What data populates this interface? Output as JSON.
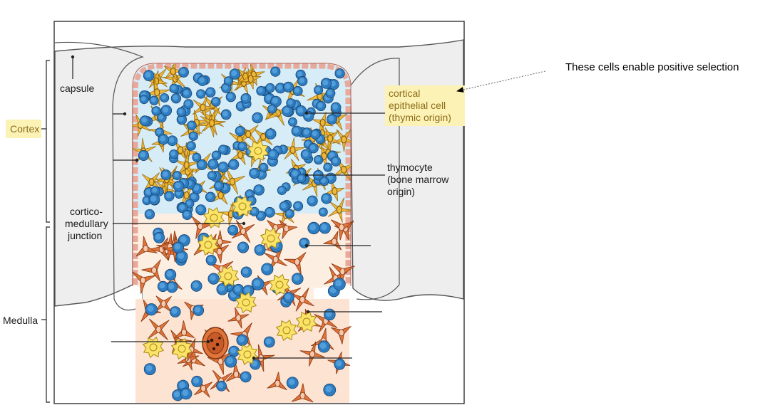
{
  "regions": {
    "cortex": "Cortex",
    "medulla": "Medulla"
  },
  "labels": {
    "capsule": "capsule",
    "cortical_line1": "cortical",
    "cortical_line2": "epithelial cell",
    "cortical_line3": "(thymic origin)",
    "thymocyte_line1": "thymocyte",
    "thymocyte_line2": "(bone marrow",
    "thymocyte_line3": "origin)",
    "cmj_line1": "cortico-",
    "cmj_line2": "medullary",
    "cmj_line3": "junction"
  },
  "annotation": {
    "text": "These cells enable positive selection"
  },
  "colors": {
    "capsule": "#f1f1f1",
    "cortex_bg": "#d6ecf7",
    "medulla_bg": "#fde3d2",
    "epithelial_cell": "#f1b733",
    "medullary_cell": "#e0743a",
    "thymocyte": "#2f7dc1",
    "highlight": "#fdf2b5"
  },
  "icons": {
    "arrow": "arrow-pointer-icon"
  }
}
